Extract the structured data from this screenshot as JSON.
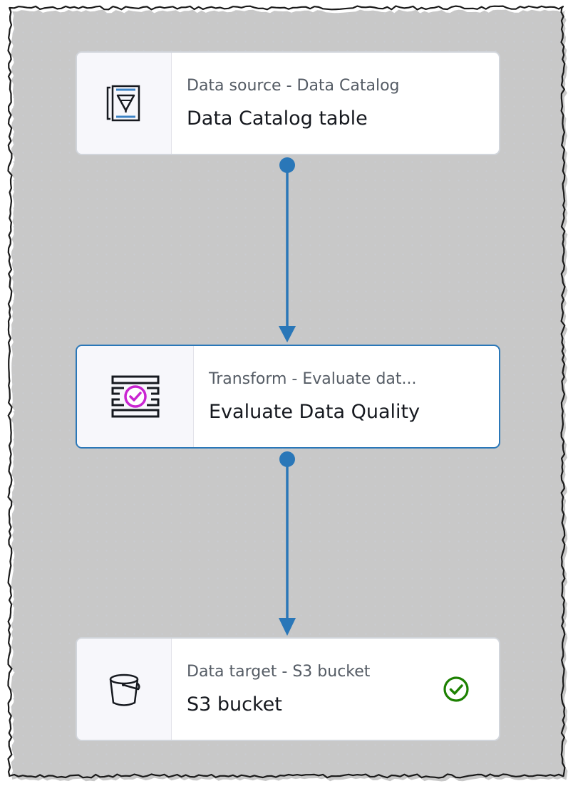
{
  "nodes": [
    {
      "subtitle": "Data source - Data Catalog",
      "title": "Data Catalog table",
      "icon": "data-catalog-table-icon"
    },
    {
      "subtitle": "Transform - Evaluate dat...",
      "title": "Evaluate Data Quality",
      "icon": "evaluate-data-quality-icon",
      "selected": true
    },
    {
      "subtitle": "Data target - S3 bucket",
      "title": "S3 bucket",
      "icon": "s3-bucket-icon",
      "status": "success-check-icon"
    }
  ],
  "colors": {
    "edge": "#2a77b8",
    "selected_border": "#2a77b8",
    "node_border": "#d1d5db",
    "accent_purple": "#c925d1",
    "success_green": "#1d8102"
  }
}
